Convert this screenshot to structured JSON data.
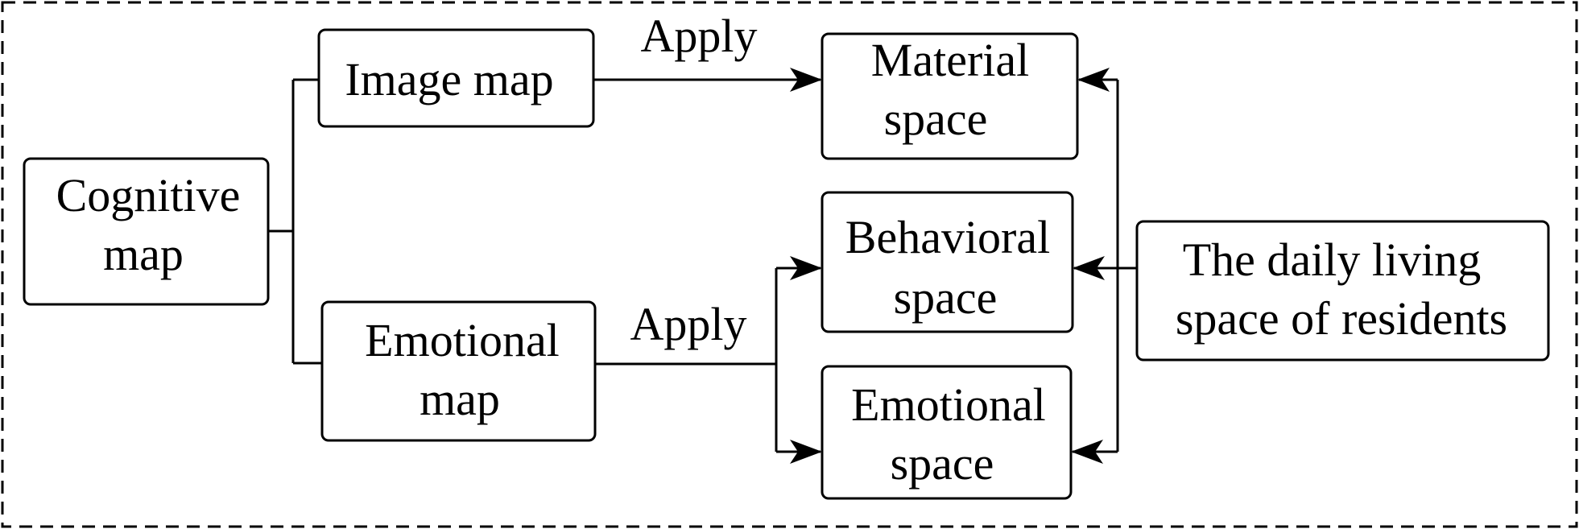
{
  "nodes": {
    "cognitive_map": {
      "lines": [
        "Cognitive",
        "map"
      ]
    },
    "image_map": {
      "lines": [
        "Image map"
      ]
    },
    "emotional_map": {
      "lines": [
        "Emotional",
        "map"
      ]
    },
    "material_space": {
      "lines": [
        "Material",
        "space"
      ]
    },
    "behavioral_space": {
      "lines": [
        "Behavioral",
        "space"
      ]
    },
    "emotional_space": {
      "lines": [
        "Emotional",
        "space"
      ]
    },
    "daily_living_space": {
      "lines": [
        "The daily living",
        "space of residents"
      ]
    }
  },
  "edges": {
    "image_to_material_label": "Apply",
    "emotional_to_spaces_label": "Apply"
  }
}
